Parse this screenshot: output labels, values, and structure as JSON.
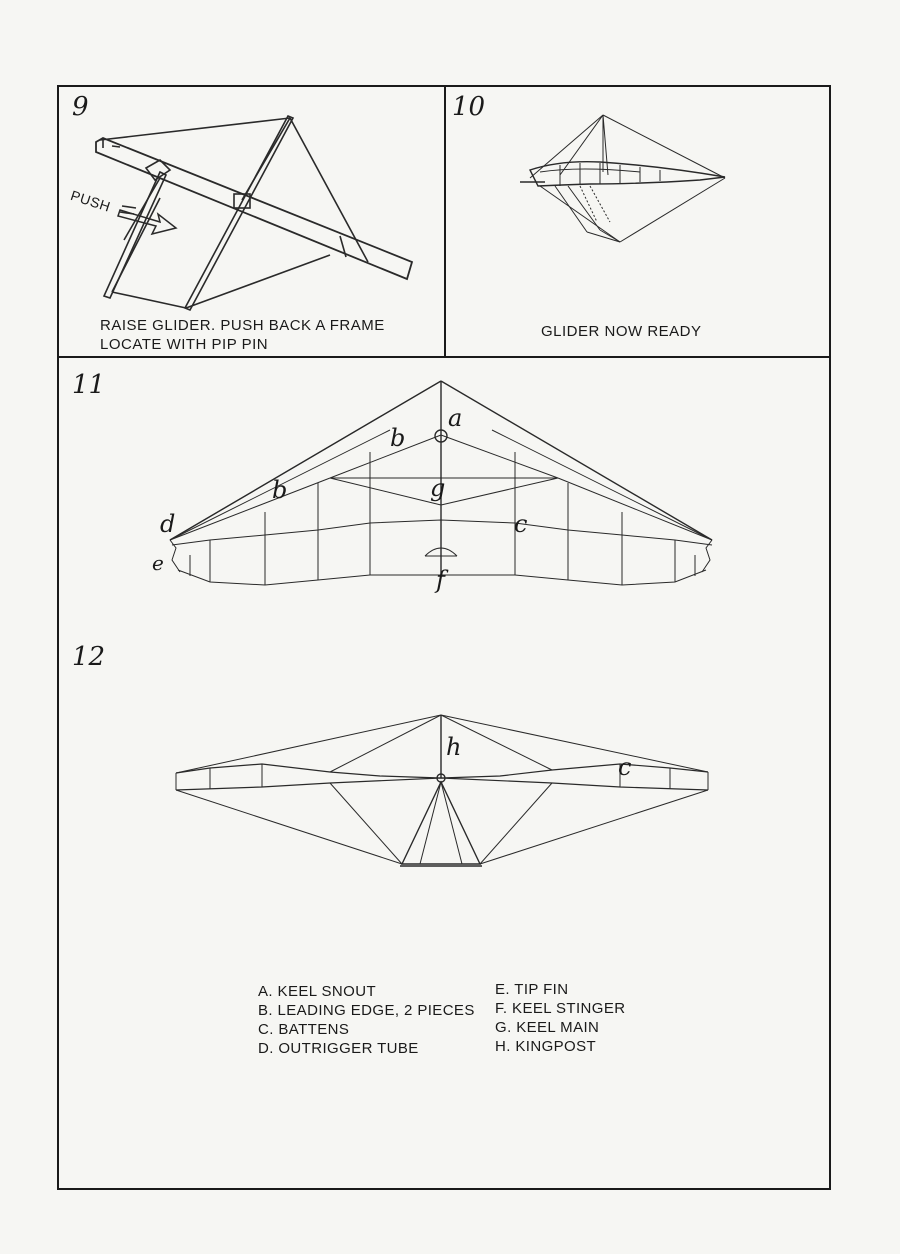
{
  "steps": [
    {
      "number": "9",
      "caption_lines": [
        "RAISE GLIDER. PUSH BACK A FRAME",
        "LOCATE WITH PIP PIN"
      ],
      "label": "PUSH"
    },
    {
      "number": "10",
      "caption_lines": [
        "GLIDER NOW READY"
      ]
    },
    {
      "number": "11",
      "part_letters": [
        "a",
        "b",
        "b",
        "c",
        "d",
        "e",
        "f",
        "g"
      ]
    },
    {
      "number": "12",
      "part_letters": [
        "h",
        "c"
      ]
    }
  ],
  "legend": {
    "left": [
      "A. KEEL SNOUT",
      "B. LEADING EDGE, 2 PIECES",
      "C. BATTENS",
      "D. OUTRIGGER TUBE"
    ],
    "right": [
      "E. TIP FIN",
      "F. KEEL STINGER",
      "G. KEEL MAIN",
      "H. KINGPOST"
    ]
  }
}
